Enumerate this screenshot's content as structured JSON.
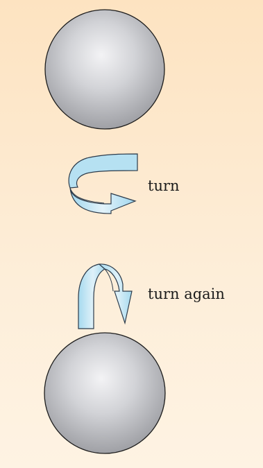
{
  "diagram": {
    "labels": {
      "turn": "turn",
      "turn_again": "turn again"
    },
    "colors": {
      "background_top": "#fde3c1",
      "background_bottom": "#fef3e3",
      "sphere_highlight": "#f2f2f4",
      "sphere_shadow": "#9e9fa4",
      "arrow_fill": "#a9dcf0",
      "arrow_stroke": "#2b3a4a"
    },
    "elements": [
      "top-sphere",
      "turn-arrow",
      "turn-again-arrow",
      "bottom-sphere"
    ]
  }
}
